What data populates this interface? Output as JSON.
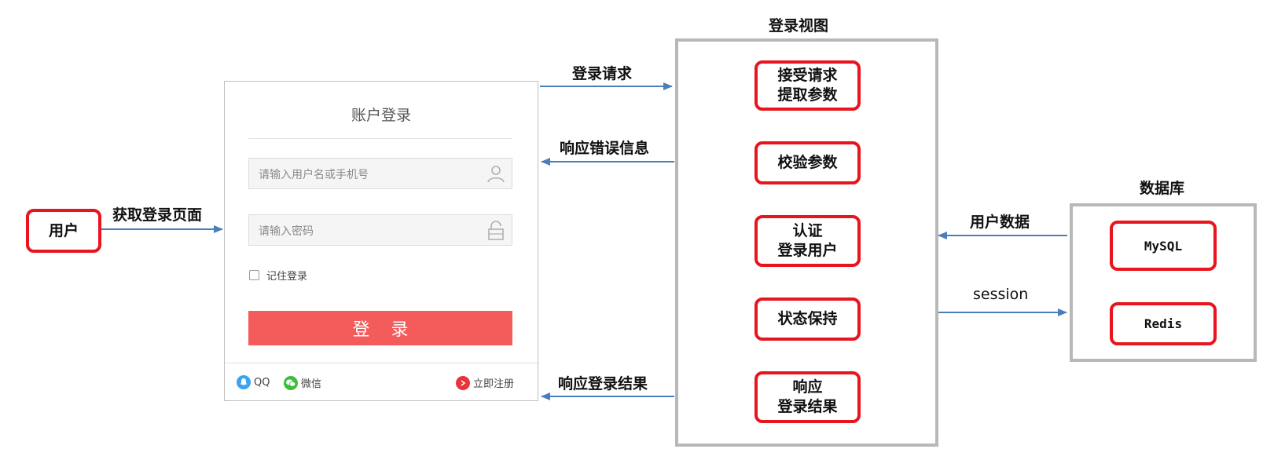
{
  "user": {
    "label": "用户"
  },
  "edges": {
    "get_login_page": "获取登录页面",
    "login_request": "登录请求",
    "error_response": "响应错误信息",
    "login_result_response": "响应登录结果",
    "user_data": "用户数据",
    "session": "session"
  },
  "login_form": {
    "title": "账户登录",
    "username_placeholder": "请输入用户名或手机号",
    "password_placeholder": "请输入密码",
    "remember_label": "记住登录",
    "submit_label": "登 录",
    "qq_label": "QQ",
    "wechat_label": "微信",
    "register_label": "立即注册"
  },
  "login_view": {
    "title": "登录视图",
    "steps": [
      {
        "line1": "接受请求",
        "line2": "提取参数"
      },
      {
        "line1": "校验参数",
        "line2": ""
      },
      {
        "line1": "认证",
        "line2": "登录用户"
      },
      {
        "line1": "状态保持",
        "line2": ""
      },
      {
        "line1": "响应",
        "line2": "登录结果"
      }
    ]
  },
  "database": {
    "title": "数据库",
    "items": [
      "MySQL",
      "Redis"
    ]
  },
  "colors": {
    "arrow": "#4a7ebb",
    "node_border": "#e8141e",
    "frame": "#b8b8b8",
    "button": "#f45b5b"
  }
}
